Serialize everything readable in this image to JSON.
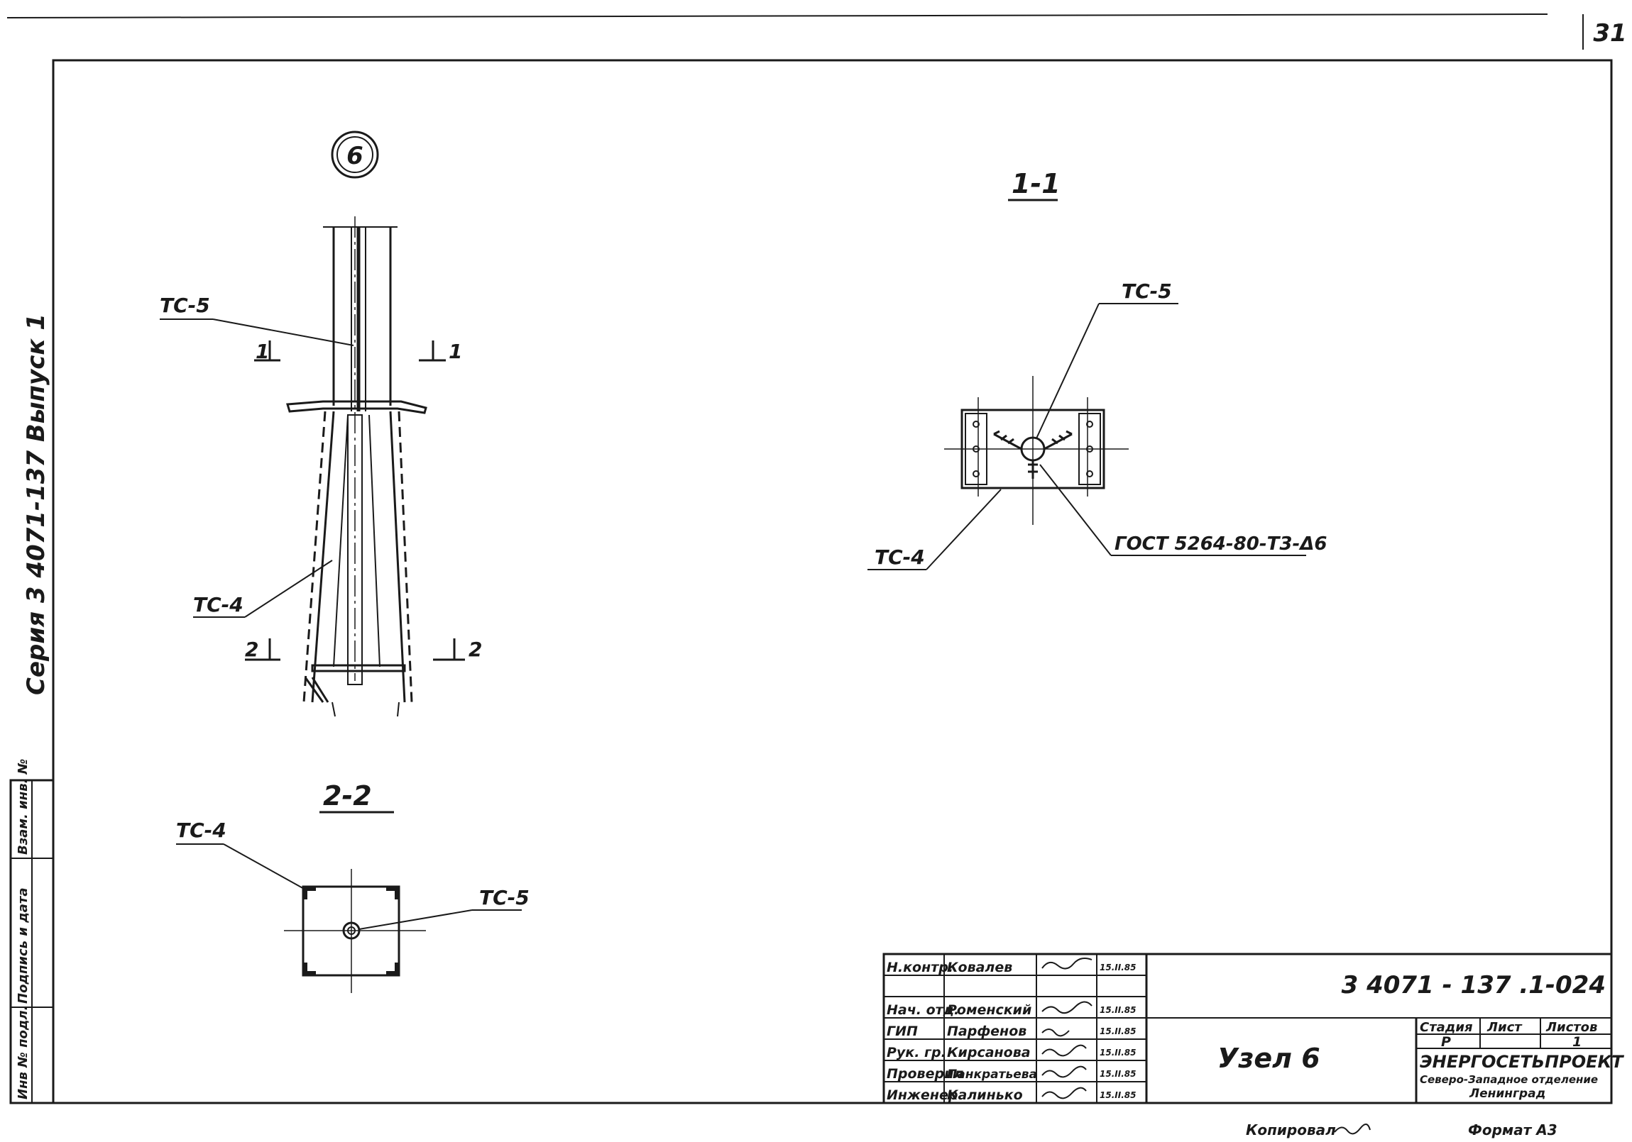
{
  "sheet": {
    "page_number": "31",
    "side_strip": "Серия 3 4071-137 Выпуск 1",
    "inventory_labels": [
      "Инв № подл.",
      "Подпись и дата",
      "Взам. инв. №"
    ]
  },
  "detail": {
    "node_mark": "6",
    "section_11_title": "1-1",
    "section_22_title": "2-2",
    "cut_1_left": "1",
    "cut_1_right": "1",
    "cut_2_left": "2",
    "cut_2_right": "2",
    "elev_label_top": "ТС-5",
    "elev_label_bottom": "ТС-4",
    "sec11_label_top": "ТС-5",
    "sec11_label_left": "ТС-4",
    "sec11_label_weld": "ГОСТ 5264-80-Т3-Δ6",
    "sec22_label_left": "ТС-4",
    "sec22_label_right": "ТС-5"
  },
  "title_block": {
    "rows": [
      {
        "role": "Н.контр.",
        "name": "Ковалев",
        "date": "15.II.85"
      },
      {
        "role": "Нач. отд.",
        "name": "Роменский",
        "date": "15.II.85"
      },
      {
        "role": "ГИП",
        "name": "Парфенов",
        "date": "15.II.85"
      },
      {
        "role": "Рук. гр.",
        "name": "Кирсанова",
        "date": "15.II.85"
      },
      {
        "role": "Проверил",
        "name": "Панкратьева",
        "date": "15.II.85"
      },
      {
        "role": "Инженер",
        "name": "Калинько",
        "date": "15.II.85"
      }
    ],
    "doc_code": "3 4071 - 137 .1-024",
    "title": "Узел 6",
    "stage_header": "Стадия",
    "sheet_header": "Лист",
    "sheets_header": "Листов",
    "stage_value": "Р",
    "sheets_value": "1",
    "org_name": "ЭНЕРГОСЕТЬПРОЕКТ",
    "org_branch": "Северо-Западное отделение",
    "org_city": "Ленинград"
  },
  "footer": {
    "copied": "Копировал",
    "format": "Формат А3"
  }
}
